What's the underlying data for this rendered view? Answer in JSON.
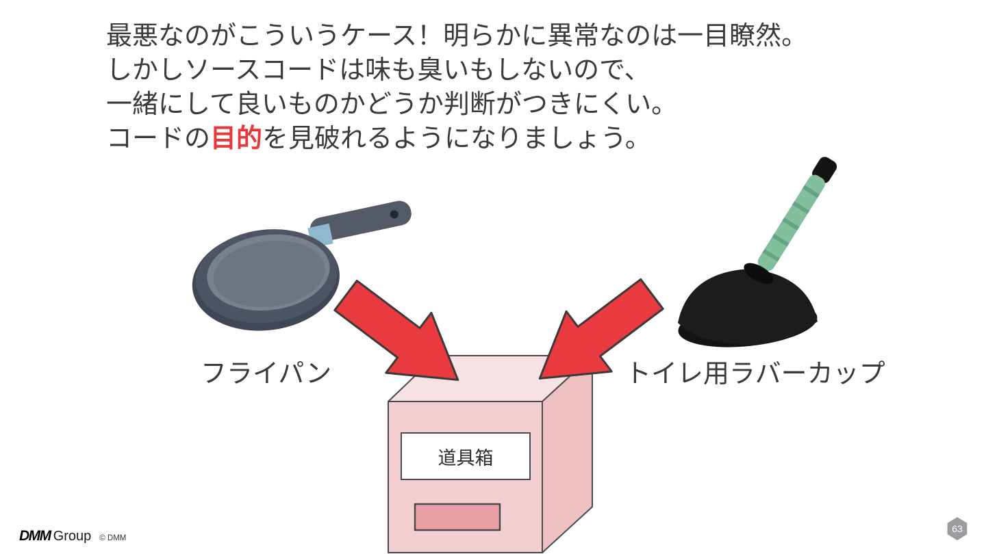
{
  "slide": {
    "headline": {
      "line1": "最悪なのがこういうケース！明らかに異常なのは一目瞭然。",
      "line2": "しかしソースコードは味も臭いもしないので、",
      "line3": "一緒にして良いものかどうか判断がつきにくい。",
      "line4_pre": "コードの",
      "line4_emphasis": "目的",
      "line4_post": "を見破れるようになりましょう。"
    },
    "diagram": {
      "left_item_label": "フライパン",
      "right_item_label": "トイレ用ラバーカップ",
      "box_label": "道具箱"
    },
    "footer": {
      "logo_dmm": "DMM",
      "logo_group": "Group",
      "copyright": "© DMM",
      "page_number": "63"
    },
    "colors": {
      "emphasis_red": "#e8383d",
      "arrow_red": "#e83a3f",
      "box_front": "#f3cfd1",
      "box_top": "#f9e2e3",
      "box_side": "#edc0c2",
      "box_slot": "#e9a0a4",
      "page_badge_gray": "#9b9ba0"
    }
  }
}
